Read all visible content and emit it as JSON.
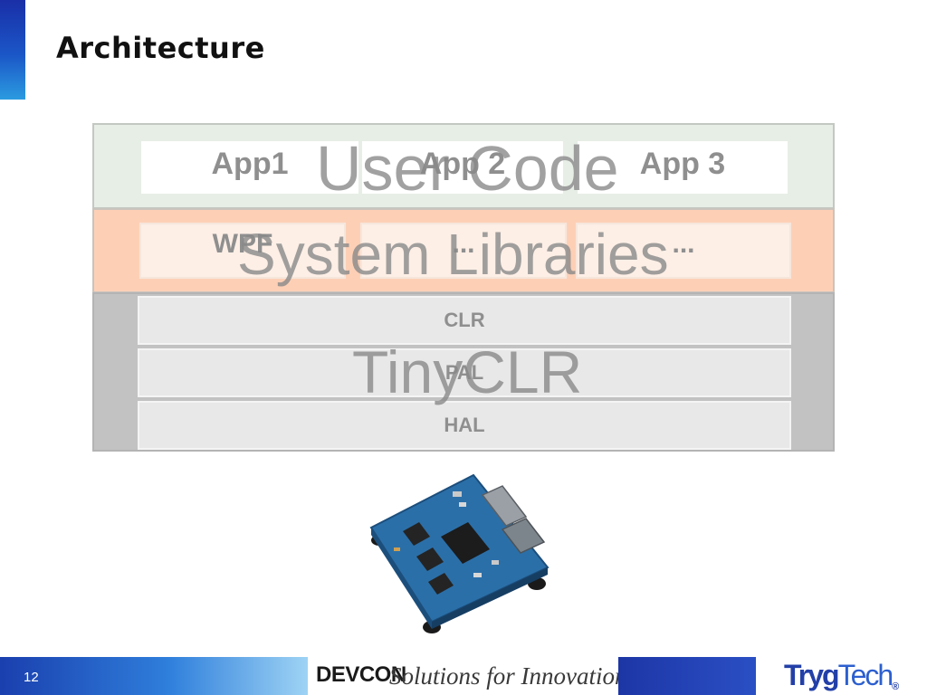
{
  "slide": {
    "title": "Architecture",
    "page_number": "12"
  },
  "diagram": {
    "user_layer": {
      "label": "User Code",
      "apps": [
        "App1",
        "App 2",
        "App 3"
      ]
    },
    "system_layer": {
      "label": "System Libraries",
      "libs": [
        "WPF",
        "...",
        "..."
      ]
    },
    "tinyclr_layer": {
      "label": "TinyCLR",
      "components": [
        "CLR",
        "PAL",
        "HAL"
      ]
    }
  },
  "footer": {
    "brand": "DEVCON",
    "tagline": "Solutions for Innovation",
    "logo_part1": "Tryg",
    "logo_part2": "Tech",
    "logo_mark": "®"
  },
  "colors": {
    "accent_blue": "#1b56c7",
    "user_layer_bg": "#e7eee6",
    "system_layer_bg": "#fdd0b6",
    "tinyclr_layer_bg": "#c2c2c2",
    "label_gray": "#8f8f8f"
  }
}
